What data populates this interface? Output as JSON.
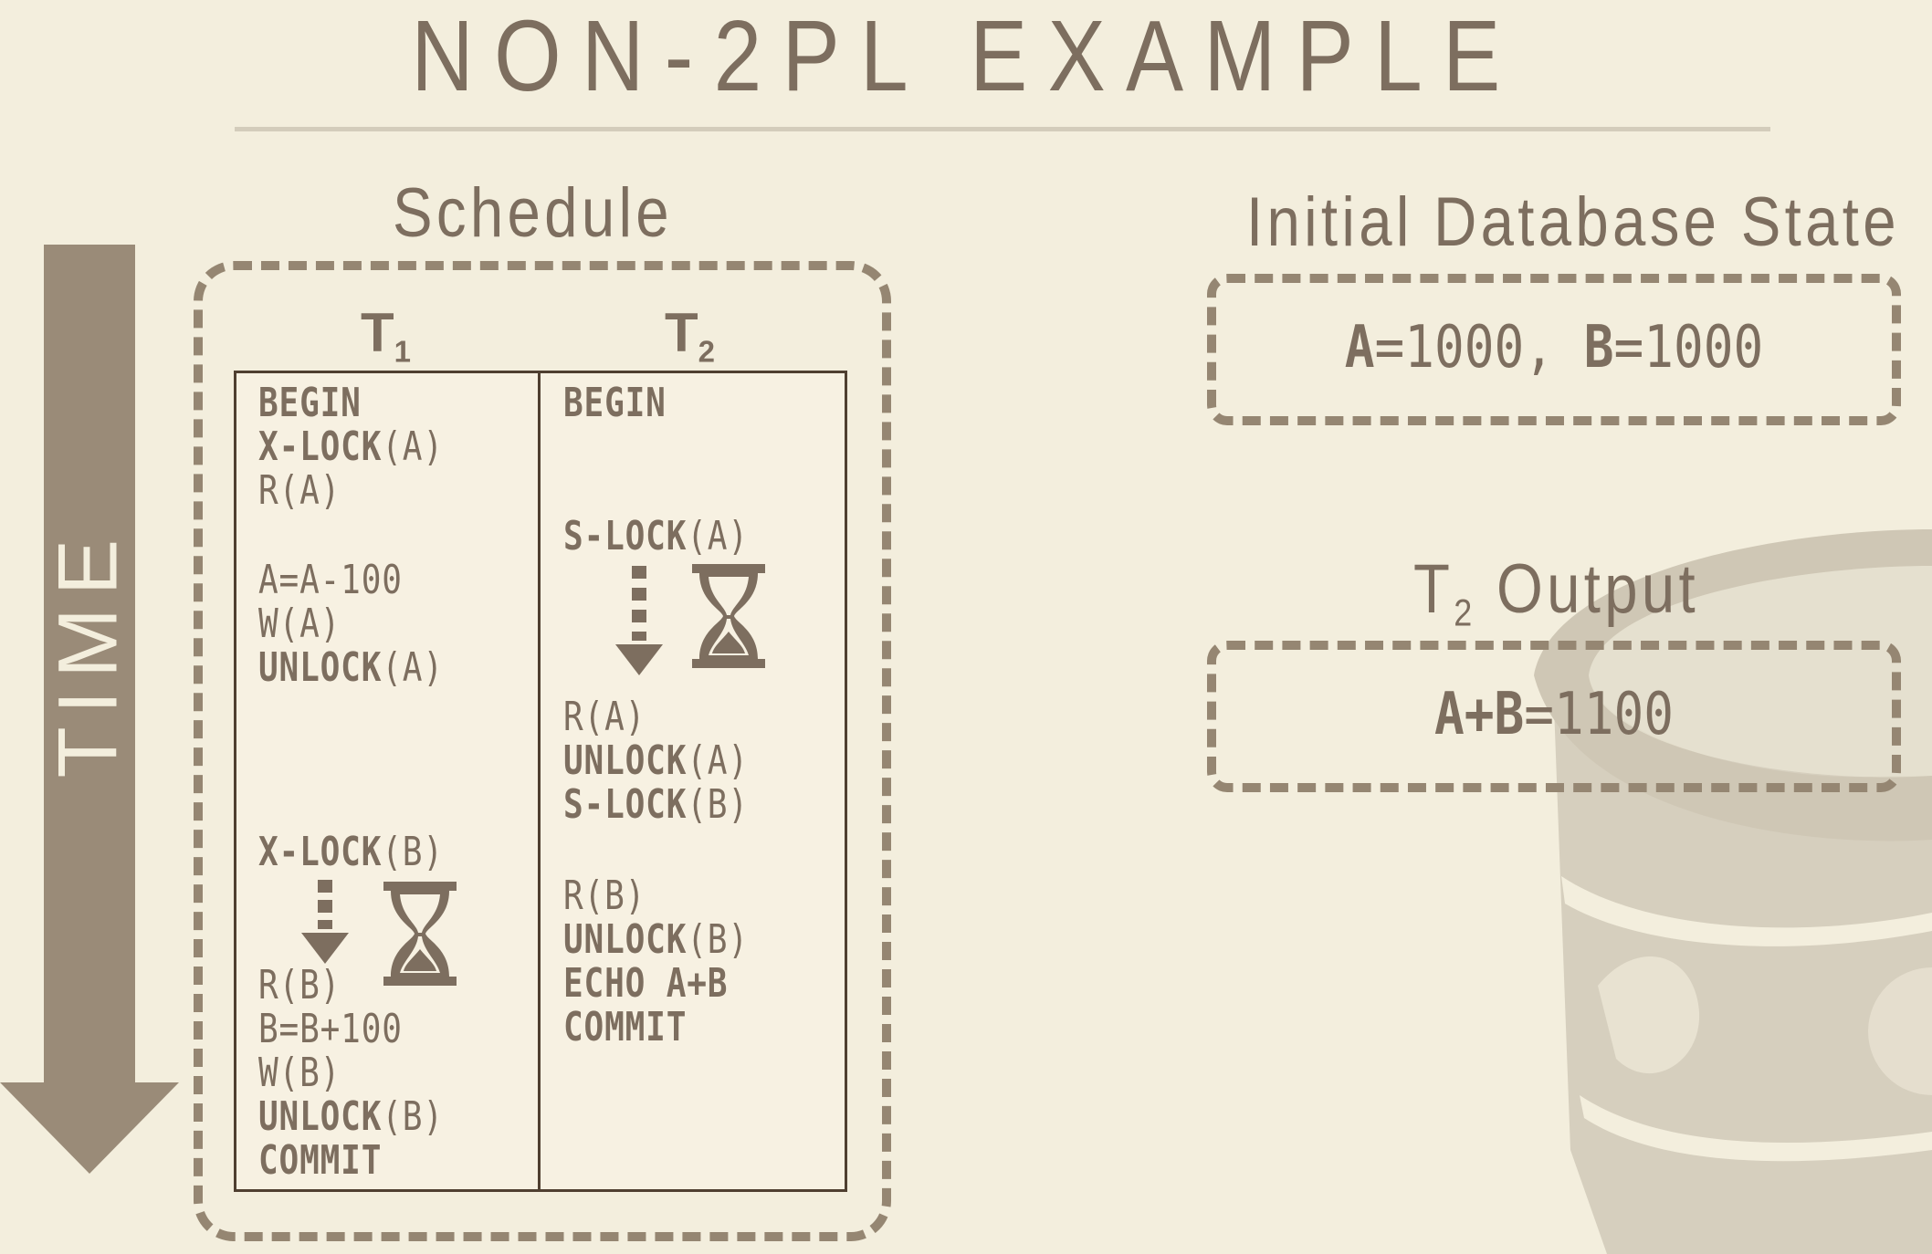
{
  "title": "NON-2PL EXAMPLE",
  "schedule": {
    "heading": "Schedule",
    "time_label": "TIME",
    "t1": {
      "name": "T",
      "sub": "1",
      "lines": [
        {
          "op": "BEGIN",
          "arg": ""
        },
        {
          "op": "X-LOCK",
          "arg": "(A)"
        },
        {
          "op": "",
          "arg": "R(A)"
        },
        {
          "op": "",
          "arg": "A=A-100"
        },
        {
          "op": "",
          "arg": "W(A)"
        },
        {
          "op": "UNLOCK",
          "arg": "(A)"
        },
        {
          "op": "X-LOCK",
          "arg": "(B)"
        },
        {
          "op": "",
          "arg": "R(B)"
        },
        {
          "op": "",
          "arg": "B=B+100"
        },
        {
          "op": "",
          "arg": "W(B)"
        },
        {
          "op": "UNLOCK",
          "arg": "(B)"
        },
        {
          "op": "COMMIT",
          "arg": ""
        }
      ]
    },
    "t2": {
      "name": "T",
      "sub": "2",
      "lines": [
        {
          "op": "BEGIN",
          "arg": ""
        },
        {
          "op": "S-LOCK",
          "arg": "(A)"
        },
        {
          "op": "",
          "arg": "R(A)"
        },
        {
          "op": "UNLOCK",
          "arg": "(A)"
        },
        {
          "op": "S-LOCK",
          "arg": "(B)"
        },
        {
          "op": "",
          "arg": "R(B)"
        },
        {
          "op": "UNLOCK",
          "arg": "(B)"
        },
        {
          "op": "ECHO A+B",
          "arg": ""
        },
        {
          "op": "COMMIT",
          "arg": ""
        }
      ]
    }
  },
  "initial_state": {
    "heading": "Initial Database State",
    "a_label": "A",
    "a_value": "=1000, ",
    "b_label": "B",
    "b_value": "=1000"
  },
  "output": {
    "heading_main": "T",
    "heading_sub": "2",
    "heading_rest": " Output",
    "label": "A+B",
    "value": "=1100"
  },
  "colors": {
    "background": "#f3eedd",
    "text": "#7d6e5f",
    "dash": "#958672",
    "arrow": "#9a8b78",
    "table_border": "#4f3f30",
    "logo": "#d6cfbe"
  }
}
